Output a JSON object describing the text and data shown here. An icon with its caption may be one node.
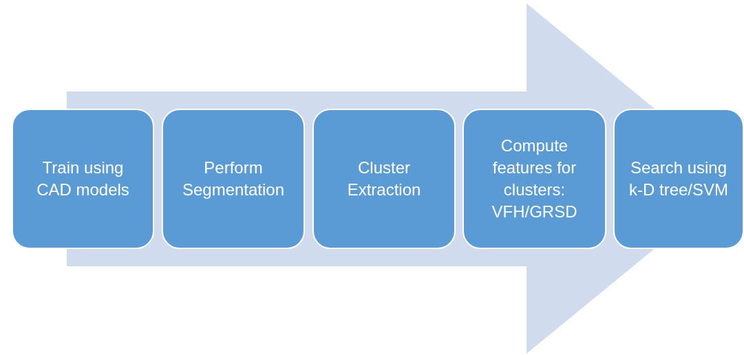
{
  "diagram": {
    "nodes": [
      {
        "text": [
          "Train using CAD models"
        ]
      },
      {
        "text": [
          "Perform Segmentation"
        ]
      },
      {
        "text": [
          "Cluster Extraction"
        ]
      },
      {
        "text": [
          "Compute features for clusters: VFH/GRSD"
        ]
      },
      {
        "text": [
          "Search using k-D tree/SVM"
        ]
      }
    ],
    "edges": [
      {
        "from": 0,
        "to": 4,
        "arrow": "to"
      }
    ]
  }
}
